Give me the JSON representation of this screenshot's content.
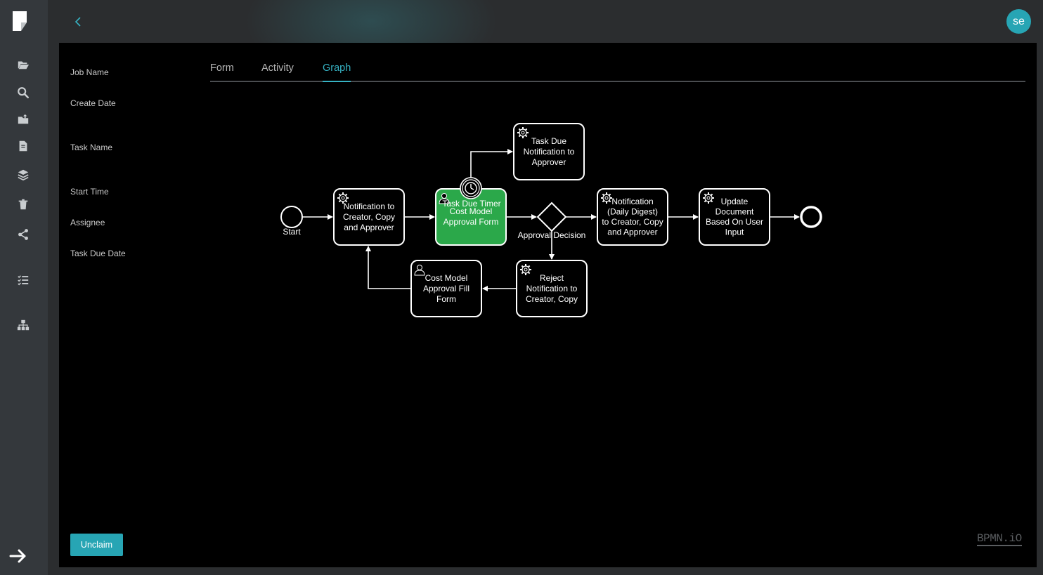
{
  "topbar": {
    "avatar_initials": "se"
  },
  "sidebar": {
    "icons": [
      "folder-open-icon",
      "search-icon",
      "folder-upload-icon",
      "document-icon",
      "layers-icon",
      "trash-icon",
      "share-icon",
      "checklist-icon",
      "sitemap-icon"
    ],
    "expand_icon": "arrow-right-icon"
  },
  "details": {
    "job_name": "Job Name",
    "create_date": "Create Date",
    "task_name": "Task Name",
    "start_time": "Start Time",
    "assignee": "Assignee",
    "task_due_date": "Task Due Date"
  },
  "tabs": [
    {
      "label": "Form",
      "active": false
    },
    {
      "label": "Activity",
      "active": false
    },
    {
      "label": "Graph",
      "active": true
    }
  ],
  "actions": {
    "unclaim_label": "Unclaim"
  },
  "watermark": "BPMN.iO",
  "diagram": {
    "start_label": "Start",
    "gateway_label": "Approval Decision",
    "timer_label": "Task Due Timer",
    "tasks": {
      "notify_creator": [
        "Notification to",
        "Creator, Copy",
        "and Approver"
      ],
      "cost_model_approval": [
        "Cost Model",
        "Approval Form"
      ],
      "task_due_notification": [
        "Task Due",
        "Notification to",
        "Approver"
      ],
      "daily_digest": [
        "Notification",
        "(Daily Digest)",
        "to Creator, Copy",
        "and Approver"
      ],
      "update_document": [
        "Update",
        "Document",
        "Based On User",
        "Input"
      ],
      "reject_notification": [
        "Reject",
        "Notification to",
        "Creator, Copy"
      ],
      "approval_fill_form": [
        "Cost Model",
        "Approval Fill",
        "Form"
      ]
    }
  },
  "colors": {
    "accent": "#36b3c4",
    "active_task": "#2ba84a",
    "panel": "#000000",
    "sidebar": "#34383c"
  }
}
